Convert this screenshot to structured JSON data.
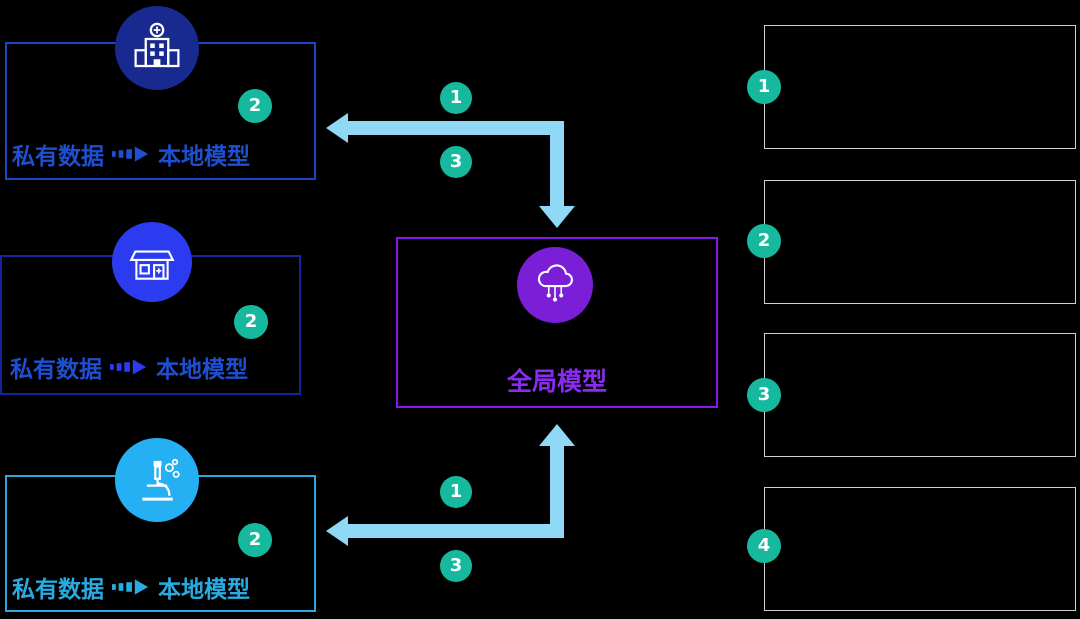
{
  "clients": [
    {
      "name": "hospital",
      "private_label": "私有数据",
      "model_label": "本地模型",
      "badge": "2",
      "border_color": "#1b46c8",
      "icon_bg": "#18298f",
      "text_color": "#1e4fd0",
      "icon": "hospital-icon"
    },
    {
      "name": "clinic",
      "private_label": "私有数据",
      "model_label": "本地模型",
      "badge": "2",
      "border_color": "#16259e",
      "icon_bg": "#2b3cf0",
      "text_color": "#1e4fd0",
      "icon": "clinic-icon"
    },
    {
      "name": "lab",
      "private_label": "私有数据",
      "model_label": "本地模型",
      "badge": "2",
      "border_color": "#29abe2",
      "icon_bg": "#24b0f2",
      "text_color": "#29abe2",
      "icon": "microscope-icon"
    }
  ],
  "server": {
    "label": "全局模型",
    "border_color": "#8a16f0",
    "icon_bg": "#7a1ed8",
    "text_color": "#8a2bf2",
    "icon": "cloud-network-icon"
  },
  "flows": {
    "top": {
      "send": "1",
      "return": "3"
    },
    "bottom": {
      "send": "1",
      "return": "3"
    }
  },
  "legend": [
    {
      "number": "1"
    },
    {
      "number": "2"
    },
    {
      "number": "3"
    },
    {
      "number": "4"
    }
  ],
  "colors": {
    "badge": "#16b99d",
    "arrow": "#8fd9f6",
    "background": "#000000"
  }
}
